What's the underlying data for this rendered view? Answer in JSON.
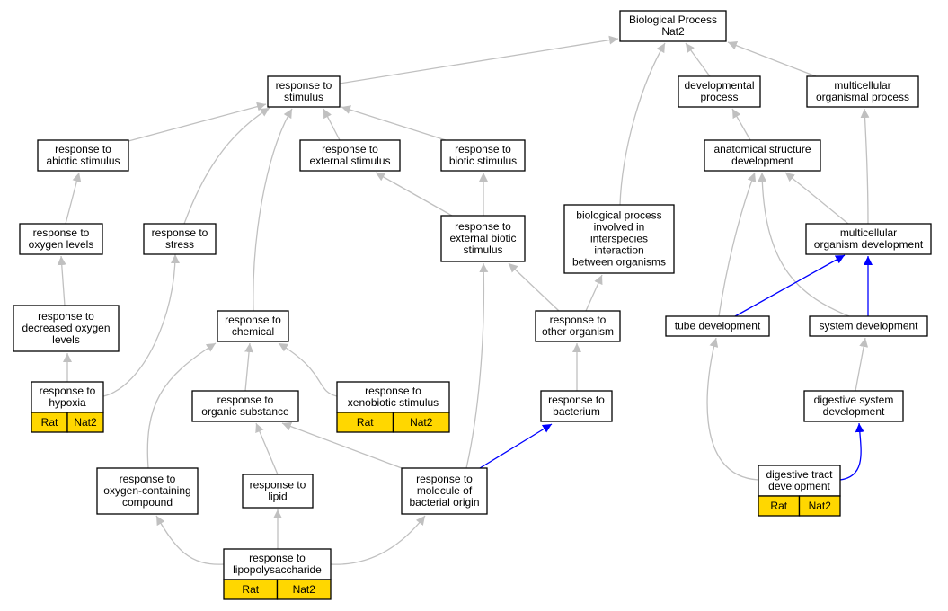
{
  "graph": {
    "nodes": [
      {
        "id": "bp_root",
        "lines": [
          "Biological Process",
          "Nat2"
        ]
      },
      {
        "id": "stimulus",
        "lines": [
          "response to",
          "stimulus"
        ]
      },
      {
        "id": "dev_proc",
        "lines": [
          "developmental",
          "process"
        ]
      },
      {
        "id": "multi_proc",
        "lines": [
          "multicellular",
          "organismal process"
        ]
      },
      {
        "id": "abiotic",
        "lines": [
          "response to",
          "abiotic stimulus"
        ]
      },
      {
        "id": "external",
        "lines": [
          "response to",
          "external stimulus"
        ]
      },
      {
        "id": "biotic",
        "lines": [
          "response to",
          "biotic stimulus"
        ]
      },
      {
        "id": "anat_dev",
        "lines": [
          "anatomical structure",
          "development"
        ]
      },
      {
        "id": "oxygen_levels",
        "lines": [
          "response to",
          "oxygen levels"
        ]
      },
      {
        "id": "stress",
        "lines": [
          "response to",
          "stress"
        ]
      },
      {
        "id": "ext_biotic",
        "lines": [
          "response to",
          "external biotic",
          "stimulus"
        ]
      },
      {
        "id": "interspecies",
        "lines": [
          "biological process",
          "involved in",
          "interspecies",
          "interaction",
          "between organisms"
        ]
      },
      {
        "id": "multi_org_dev",
        "lines": [
          "multicellular",
          "organism development"
        ]
      },
      {
        "id": "dec_oxygen",
        "lines": [
          "response to",
          "decreased oxygen",
          "levels"
        ]
      },
      {
        "id": "chemical",
        "lines": [
          "response to",
          "chemical"
        ]
      },
      {
        "id": "other_org",
        "lines": [
          "response to",
          "other organism"
        ]
      },
      {
        "id": "tube_dev",
        "lines": [
          "tube development"
        ]
      },
      {
        "id": "system_dev",
        "lines": [
          "system development"
        ]
      },
      {
        "id": "hypoxia",
        "lines": [
          "response to",
          "hypoxia"
        ],
        "annotations": [
          "Rat",
          "Nat2"
        ]
      },
      {
        "id": "organic",
        "lines": [
          "response to",
          "organic substance"
        ]
      },
      {
        "id": "xenobiotic",
        "lines": [
          "response to",
          "xenobiotic stimulus"
        ],
        "annotations": [
          "Rat",
          "Nat2"
        ]
      },
      {
        "id": "bacterium",
        "lines": [
          "response to",
          "bacterium"
        ]
      },
      {
        "id": "digest_sys",
        "lines": [
          "digestive system",
          "development"
        ]
      },
      {
        "id": "oxy_compound",
        "lines": [
          "response to",
          "oxygen-containing",
          "compound"
        ]
      },
      {
        "id": "lipid",
        "lines": [
          "response to",
          "lipid"
        ]
      },
      {
        "id": "bact_molecule",
        "lines": [
          "response to",
          "molecule of",
          "bacterial origin"
        ]
      },
      {
        "id": "digest_tract",
        "lines": [
          "digestive tract",
          "development"
        ],
        "annotations": [
          "Rat",
          "Nat2"
        ]
      },
      {
        "id": "lps",
        "lines": [
          "response to",
          "lipopolysaccharide"
        ],
        "annotations": [
          "Rat",
          "Nat2"
        ]
      }
    ],
    "edges": [
      {
        "from": "stimulus",
        "to": "bp_root",
        "kind": "is_a"
      },
      {
        "from": "dev_proc",
        "to": "bp_root",
        "kind": "is_a"
      },
      {
        "from": "multi_proc",
        "to": "bp_root",
        "kind": "is_a"
      },
      {
        "from": "interspecies",
        "to": "bp_root",
        "kind": "is_a"
      },
      {
        "from": "abiotic",
        "to": "stimulus",
        "kind": "is_a"
      },
      {
        "from": "external",
        "to": "stimulus",
        "kind": "is_a"
      },
      {
        "from": "biotic",
        "to": "stimulus",
        "kind": "is_a"
      },
      {
        "from": "stress",
        "to": "stimulus",
        "kind": "is_a"
      },
      {
        "from": "chemical",
        "to": "stimulus",
        "kind": "is_a"
      },
      {
        "from": "anat_dev",
        "to": "dev_proc",
        "kind": "is_a"
      },
      {
        "from": "multi_org_dev",
        "to": "multi_proc",
        "kind": "is_a"
      },
      {
        "from": "oxygen_levels",
        "to": "abiotic",
        "kind": "is_a"
      },
      {
        "from": "ext_biotic",
        "to": "external",
        "kind": "is_a"
      },
      {
        "from": "ext_biotic",
        "to": "biotic",
        "kind": "is_a"
      },
      {
        "from": "multi_org_dev",
        "to": "anat_dev",
        "kind": "is_a"
      },
      {
        "from": "tube_dev",
        "to": "anat_dev",
        "kind": "is_a"
      },
      {
        "from": "system_dev",
        "to": "anat_dev",
        "kind": "is_a"
      },
      {
        "from": "dec_oxygen",
        "to": "oxygen_levels",
        "kind": "is_a"
      },
      {
        "from": "hypoxia",
        "to": "dec_oxygen",
        "kind": "is_a"
      },
      {
        "from": "hypoxia",
        "to": "stress",
        "kind": "is_a"
      },
      {
        "from": "other_org",
        "to": "ext_biotic",
        "kind": "is_a"
      },
      {
        "from": "other_org",
        "to": "interspecies",
        "kind": "is_a"
      },
      {
        "from": "bact_molecule",
        "to": "ext_biotic",
        "kind": "is_a"
      },
      {
        "from": "tube_dev",
        "to": "multi_org_dev",
        "kind": "part_of"
      },
      {
        "from": "system_dev",
        "to": "multi_org_dev",
        "kind": "part_of"
      },
      {
        "from": "organic",
        "to": "chemical",
        "kind": "is_a"
      },
      {
        "from": "xenobiotic",
        "to": "chemical",
        "kind": "is_a"
      },
      {
        "from": "oxy_compound",
        "to": "chemical",
        "kind": "is_a"
      },
      {
        "from": "bacterium",
        "to": "other_org",
        "kind": "is_a"
      },
      {
        "from": "digest_sys",
        "to": "system_dev",
        "kind": "is_a"
      },
      {
        "from": "lipid",
        "to": "organic",
        "kind": "is_a"
      },
      {
        "from": "bact_molecule",
        "to": "organic",
        "kind": "is_a"
      },
      {
        "from": "bact_molecule",
        "to": "bacterium",
        "kind": "part_of"
      },
      {
        "from": "digest_tract",
        "to": "tube_dev",
        "kind": "is_a"
      },
      {
        "from": "digest_tract",
        "to": "digest_sys",
        "kind": "part_of"
      },
      {
        "from": "lps",
        "to": "lipid",
        "kind": "is_a"
      },
      {
        "from": "lps",
        "to": "oxy_compound",
        "kind": "is_a"
      },
      {
        "from": "lps",
        "to": "bact_molecule",
        "kind": "is_a"
      }
    ],
    "colors": {
      "is_a_edge": "#c0c0c0",
      "part_of_edge": "#0000ff",
      "annotation_fill": "#ffd700",
      "node_border": "#000000",
      "node_fill": "#ffffff"
    }
  }
}
